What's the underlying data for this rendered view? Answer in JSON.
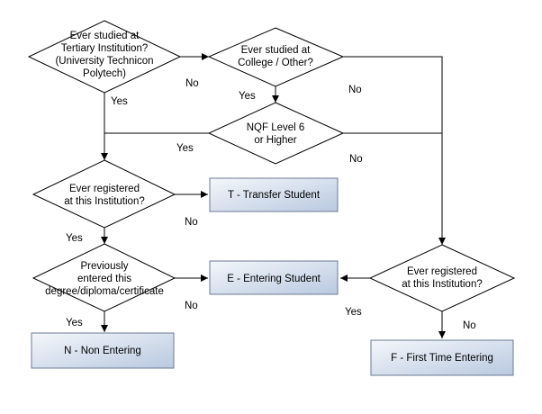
{
  "nodes": {
    "tertiary": [
      "Ever studied at",
      "Tertiary Institution?",
      "(University Technicon",
      "Polytech)"
    ],
    "college": [
      "Ever studied at",
      "College / Other?"
    ],
    "nqf": [
      "NQF Level 6",
      "or Higher"
    ],
    "registered_left": [
      "Ever registered",
      "at this Institution?"
    ],
    "previously": [
      "Previously",
      "entered this",
      "degree/diploma/certificate"
    ],
    "registered_right": [
      "Ever registered",
      "at this Institution?"
    ],
    "transfer": "T - Transfer Student",
    "entering": "E - Entering Student",
    "non_entering": "N - Non Entering",
    "first_time": "F - First Time Entering"
  },
  "labels": {
    "tertiary_no": "No",
    "tertiary_yes": "Yes",
    "college_yes": "Yes",
    "college_no": "No",
    "nqf_yes": "Yes",
    "nqf_no": "No",
    "reg_left_no": "No",
    "reg_left_yes": "Yes",
    "prev_no": "No",
    "prev_yes": "Yes",
    "reg_right_yes": "Yes",
    "reg_right_no": "No"
  },
  "colors": {
    "box_fill_start": "#f4f7fb",
    "box_fill_end": "#b9c9e0"
  }
}
